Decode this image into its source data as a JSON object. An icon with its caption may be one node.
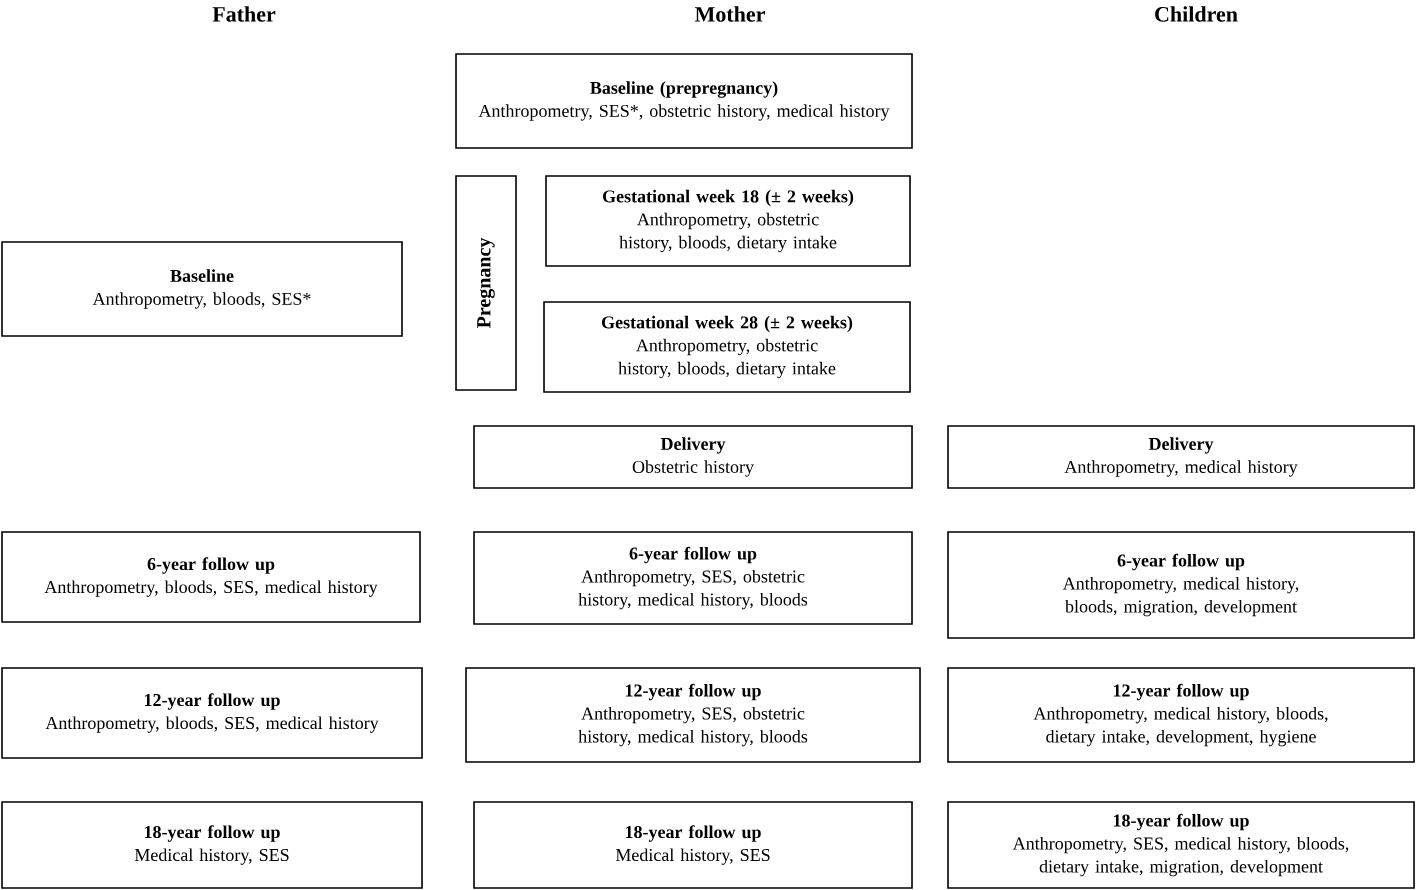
{
  "diagram": {
    "nodes": [
      {
        "text": [
          "Baseline (prepregnancy)",
          "Anthropometry, SES*, obstetric history, medical history"
        ]
      },
      {
        "text": [
          "Pregnancy"
        ]
      },
      {
        "text": [
          "Gestational week 18 (± 2 weeks)",
          "Anthropometry, obstetric history, bloods, dietary intake"
        ]
      },
      {
        "text": [
          "Baseline",
          "Anthropometry, bloods, SES*"
        ]
      },
      {
        "text": [
          "Gestational week 28 (± 2 weeks)",
          "Anthropometry, obstetric history, bloods, dietary intake"
        ]
      },
      {
        "text": [
          "Delivery",
          "Obstetric history"
        ]
      },
      {
        "text": [
          "Delivery",
          "Anthropometry, medical history"
        ]
      },
      {
        "text": [
          "6-year follow up",
          "Anthropometry, bloods, SES, medical history"
        ]
      },
      {
        "text": [
          "6-year follow up",
          "Anthropometry, SES, obstetric history, medical history, bloods"
        ]
      },
      {
        "text": [
          "6-year follow up",
          "Anthropometry, medical history, bloods, migration, development"
        ]
      },
      {
        "text": [
          "12-year follow up",
          "Anthropometry, bloods, SES, medical history"
        ]
      },
      {
        "text": [
          "12-year follow up",
          "Anthropometry, SES, obstetric history, medical history, bloods"
        ]
      },
      {
        "text": [
          "12-year follow up",
          "Anthropometry, medical history, bloods, dietary intake, development, hygiene"
        ]
      },
      {
        "text": [
          "18-year follow up",
          "Medical history, SES"
        ]
      },
      {
        "text": [
          "18-year follow up",
          "Medical history, SES"
        ]
      },
      {
        "text": [
          "18-year follow up",
          "Anthropometry, SES, medical history, bloods, dietary intake, migration, development"
        ]
      }
    ],
    "edges": [],
    "labels": [
      "Father",
      "Mother",
      "Children"
    ]
  }
}
